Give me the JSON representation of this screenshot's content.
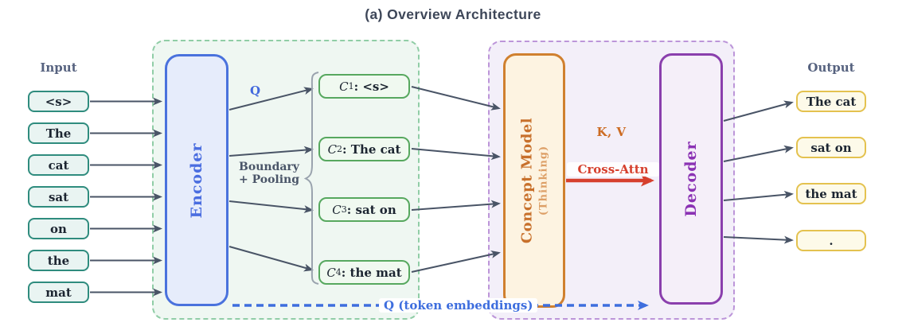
{
  "title": "(a) Overview Architecture",
  "input": {
    "label": "Input",
    "tokens": [
      "<s>",
      "The",
      "cat",
      "sat",
      "on",
      "the",
      "mat"
    ]
  },
  "encoder": {
    "label": "Encoder"
  },
  "q_label": "Q",
  "boundary_pooling": {
    "line1": "Boundary",
    "line2": "+ Pooling"
  },
  "concepts": [
    {
      "var": "C",
      "sub": "1",
      "rest": ": <s>"
    },
    {
      "var": "C",
      "sub": "2",
      "rest": ": The cat"
    },
    {
      "var": "C",
      "sub": "3",
      "rest": ": sat on"
    },
    {
      "var": "C",
      "sub": "4",
      "rest": ": the mat"
    }
  ],
  "concept_model": {
    "label": "Concept Model",
    "sublabel": "(Thinking)"
  },
  "kv_label": "K, V",
  "cross_attn_label": "Cross-Attn",
  "token_embeddings_label": "Q (token embeddings)",
  "decoder": {
    "label": "Decoder"
  },
  "output": {
    "label": "Output",
    "tokens": [
      "The cat",
      "sat on",
      "the mat",
      "."
    ]
  },
  "colors": {
    "encoder_blue": "#4a6de0",
    "concept_green": "#57a85f",
    "model_orange": "#d0802f",
    "decoder_purple": "#8b32b4",
    "output_gold": "#e4c24f",
    "input_teal": "#2f8c7e",
    "arrow_slate": "#495466",
    "cross_attn_red": "#d6402e",
    "q_blue": "#3e6ede"
  }
}
